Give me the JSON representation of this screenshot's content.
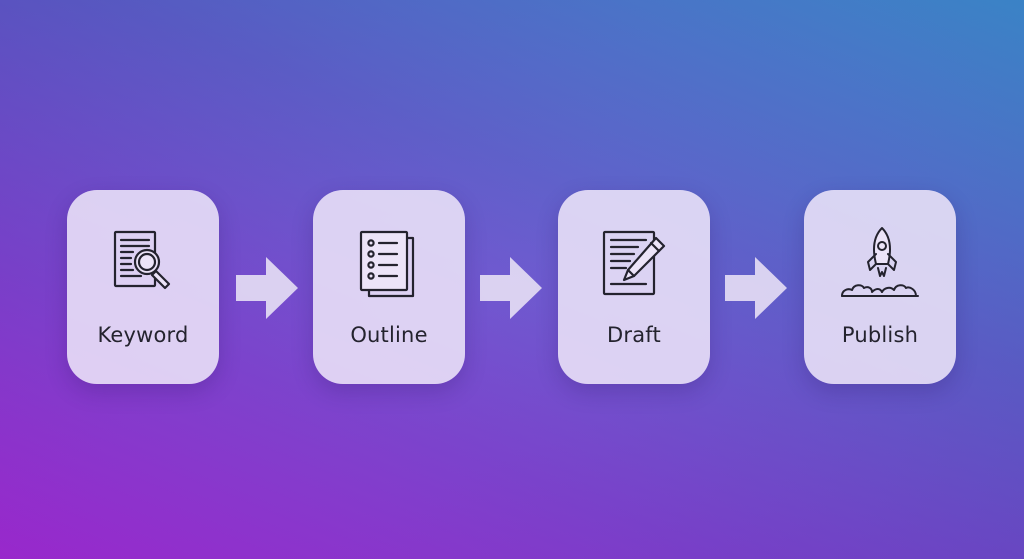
{
  "steps": [
    {
      "label": "Keyword",
      "icon": "document-magnifier-icon"
    },
    {
      "label": "Outline",
      "icon": "checklist-document-icon"
    },
    {
      "label": "Draft",
      "icon": "document-pencil-icon"
    },
    {
      "label": "Publish",
      "icon": "rocket-launch-icon"
    }
  ],
  "connectors": [
    "arrow-right-icon",
    "arrow-right-icon",
    "arrow-right-icon"
  ],
  "colors": {
    "gradient_start": "#a22ad8",
    "gradient_mid": "#5b5ccb",
    "gradient_end": "#3e8bd2",
    "card_fill": "#ece4f8",
    "arrow_fill": "#e4dcf4",
    "icon_stroke": "#24232e"
  }
}
